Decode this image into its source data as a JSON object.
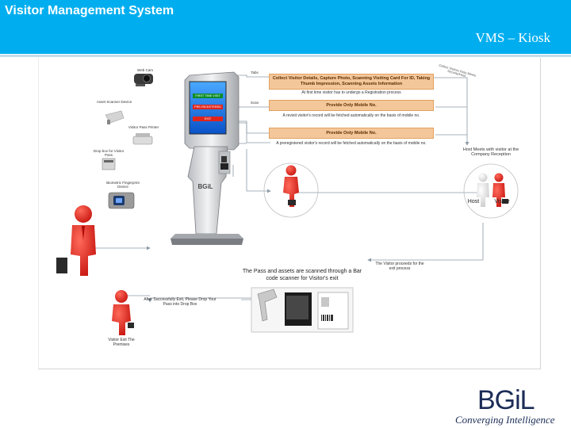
{
  "header": {
    "title": "Visitor Management System",
    "subtitle": "VMS – Kiosk"
  },
  "devices": {
    "webcam": "Web Cam",
    "card_scanner": "Asset Scanner Device",
    "pass_printer": "Visitor Pass Printer",
    "drop_box": "Drop box for Visitor Pass",
    "fingerprint": "Biometric Fingerprint Device"
  },
  "kiosk_screen": {
    "btn1": "FIRST TIME VISIT",
    "btn2": "PRE-REGISTERED",
    "btn3": "EXIT",
    "brand": "BGiL"
  },
  "connectors": {
    "first": "Tabs",
    "second": "Scan"
  },
  "steps": {
    "box1": "Collect Visitor Details, Capture Photo, Scanning Visiting Card For ID, Taking Thumb Impression, Scanning Assets Information",
    "note1": "At first time visitor has to undergo a Registration process",
    "box2": "Provide Only Mobile No.",
    "note2": "A revisit visitor's record will be fetched automatically on the basis of mobile no.",
    "box3": "Provide Only Mobile No.",
    "note3": "A preregistered visitor's record will be fetched automatically on the basis of mobile no."
  },
  "stamp": "Collect Visitors Pass Meets Security/Host",
  "host_meet": "Host Meets with visitor at the Company Reception",
  "host_labels": {
    "host": "Host",
    "visitor": "Visitor"
  },
  "exit_process": {
    "scan_caption": "The Pass and assets are scanned through a Bar code scanner for Visitor's exit",
    "proceed": "The Visitor proceeds for the exit process",
    "drop_instruction": "After Successfully Exit, Please Drop Your Pass into Drop Box",
    "visitor_exit": "Visitor Exit The Premises"
  },
  "logo": {
    "name": "BGiL",
    "tagline": "Converging Intelligence"
  },
  "colors": {
    "header": "#00aeef",
    "box_fill": "#f4c79b",
    "box_border": "#e2a15c",
    "figure_red": "#e8231c",
    "logo": "#1b2c57"
  }
}
